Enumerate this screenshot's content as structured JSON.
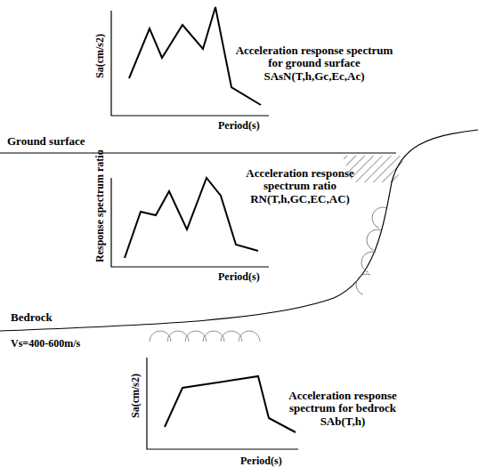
{
  "diagram": {
    "labels": [
      "Sa(cm/s2)",
      "Acceleration response spectrum for ground surface SAsN(T,h,Gc,Ec,Ac)",
      "Period(s)",
      "Ground surface",
      "Response spectrum ratio",
      "Acceleration response spectrum ratio RN(T,h,GC,EC,AC)",
      "Period(s)",
      "Bedrock",
      "Vs=400-600m/s",
      "Sa(cm/s2)",
      "Acceleration response spectrum for bedrock SAb(T,h)",
      "Period(s)"
    ]
  }
}
